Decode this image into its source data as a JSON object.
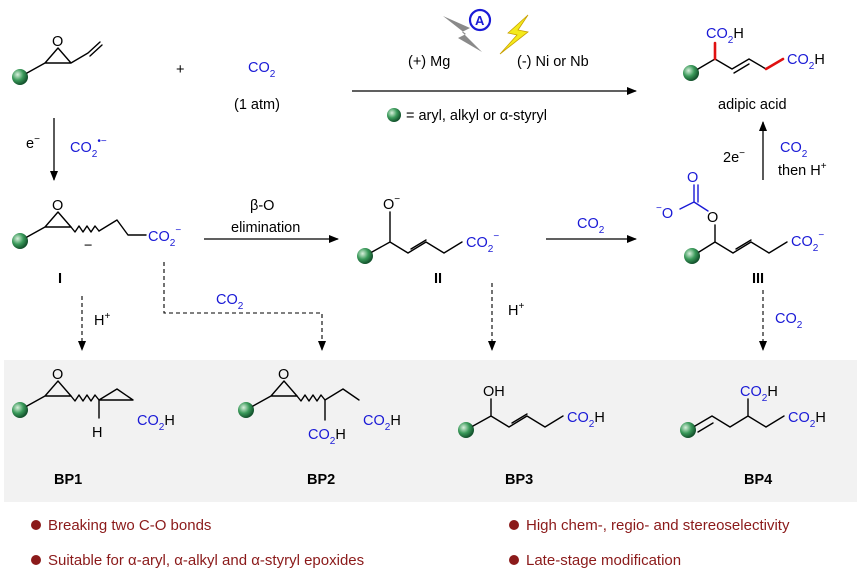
{
  "reagents": {
    "co2": "CO2",
    "plus": "+",
    "atm": "(1 atm)",
    "anode": "(+) Mg",
    "cathode": "(-) Ni or Nb",
    "badge": "A",
    "legend": "= aryl, alkyl or α-styryl"
  },
  "product": {
    "name": "adipic acid"
  },
  "step_labels": {
    "electron": "e−",
    "radical_anion": "CO2•−",
    "beta_o": "β-O",
    "elimination": "elimination",
    "co2_step": "CO2",
    "two_e": "2e−",
    "then_h": "then H+",
    "co2_up": "CO2"
  },
  "intermediates": {
    "I": "I",
    "II": "II",
    "III": "III"
  },
  "side_paths": {
    "h_plus_1": "H+",
    "co2_bp2": "CO2",
    "h_plus_2": "H+",
    "co2_bp4": "CO2"
  },
  "byproducts": [
    "BP1",
    "BP2",
    "BP3",
    "BP4"
  ],
  "bullets_left": [
    "Breaking two C-O bonds",
    "Suitable for α-aryl, α-alkyl and α-styryl epoxides"
  ],
  "bullets_right": [
    "High chem-, regio- and stereoselectivity",
    "Late-stage modification"
  ],
  "colors": {
    "accent_blue": "#1a1ad6",
    "bullet_red": "#8b1a1a",
    "highlight_red": "#e01010",
    "panel_grey": "#f2f2f2"
  }
}
